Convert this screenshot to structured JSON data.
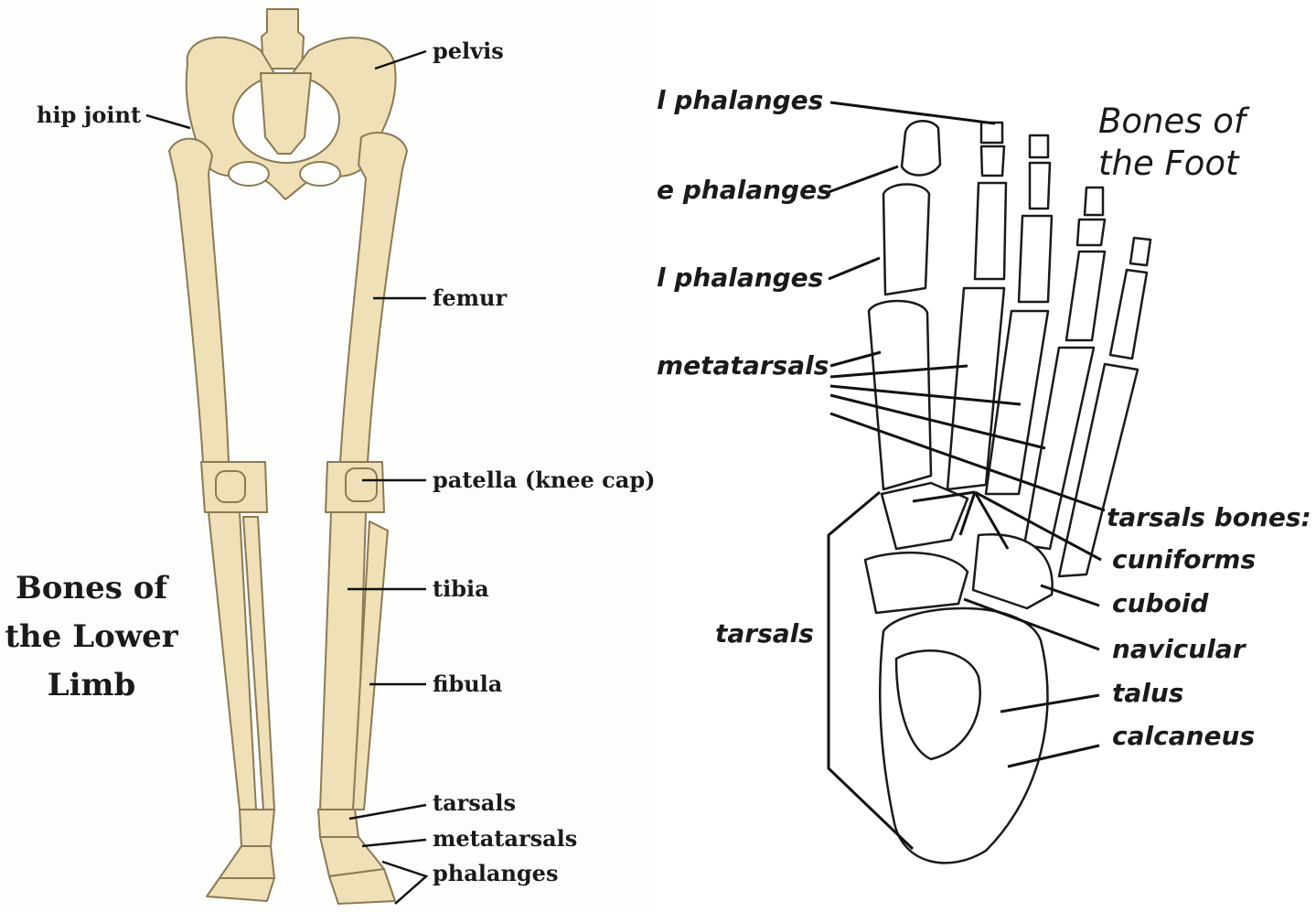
{
  "left_diagram": {
    "title_lines": [
      "Bones of",
      "the Lower",
      "Limb"
    ],
    "labels": {
      "pelvis": "pelvis",
      "hip_joint": "hip joint",
      "femur": "femur",
      "patella": "patella (knee cap)",
      "tibia": "tibia",
      "fibula": "fibula",
      "tarsals": "tarsals",
      "metatarsals": "metatarsals",
      "phalanges": "phalanges"
    },
    "colors": {
      "bone_fill": "#efe0b8",
      "bone_stroke": "#8a7a55",
      "leader": "#111111"
    }
  },
  "right_diagram": {
    "title_lines": [
      "Bones of",
      "the Foot"
    ],
    "labels": {
      "distal_phalanges": "l phalanges",
      "middle_phalanges": "e phalanges",
      "proximal_phalanges": "l phalanges",
      "metatarsals": "metatarsals",
      "tarsal_bones_heading": "tarsals bones:",
      "cuniforms": "cuniforms",
      "cuboid": "cuboid",
      "navicular": "navicular",
      "talus": "talus",
      "calcaneus": "calcaneus",
      "tarsals": "tarsals"
    },
    "colors": {
      "bone_fill": "#ffffff",
      "bone_stroke": "#1a1a1a",
      "leader": "#111111"
    }
  }
}
